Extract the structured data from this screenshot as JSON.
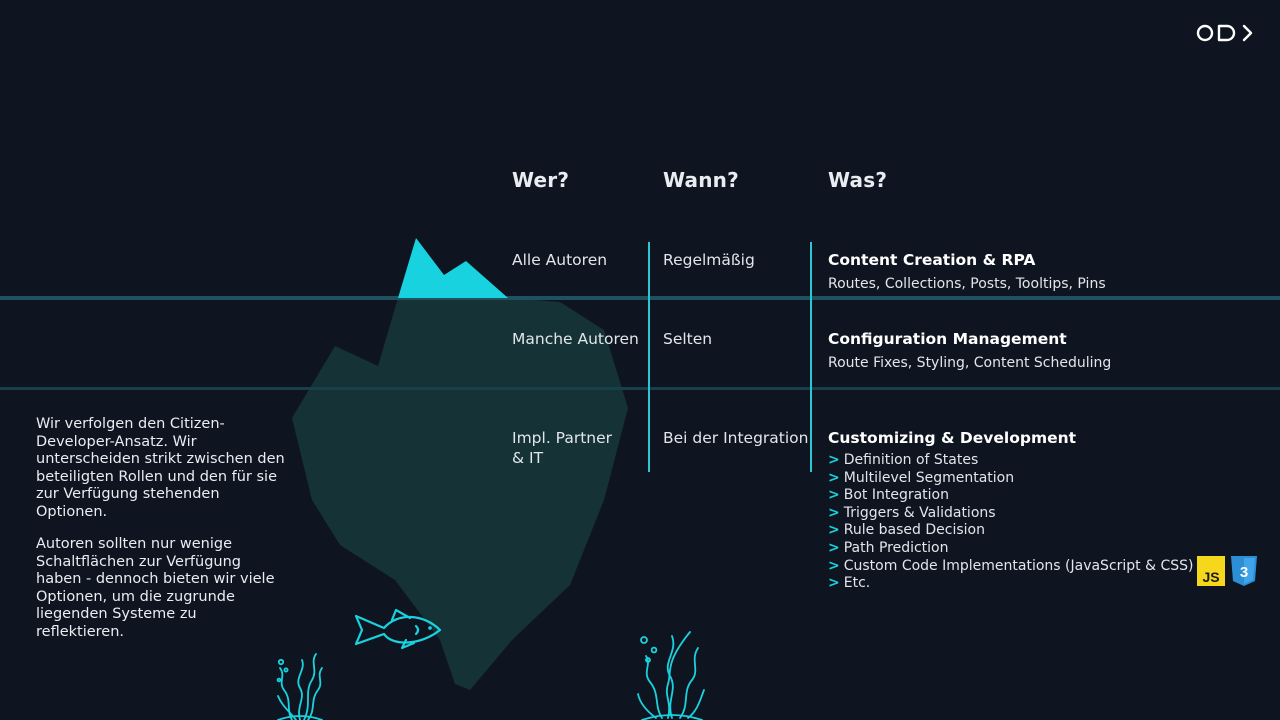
{
  "colors": {
    "background": "#0f1520",
    "accent": "#18d3df",
    "iceberg_under": "#153237",
    "water_line": "#1e5260",
    "js_yellow": "#f5d81c",
    "css_blue": "#2c8fd6"
  },
  "icons": [
    "odp-logo-icon",
    "iceberg-illustration",
    "fish-icon",
    "seaweed-icon",
    "javascript-icon",
    "css3-icon"
  ],
  "headers": {
    "wer": "Wer?",
    "wann": "Wann?",
    "was": "Was?"
  },
  "rows": [
    {
      "wer": "Alle Autoren",
      "wann": "Regelmäßig",
      "was_title": "Content Creation & RPA",
      "was_sub": "Routes, Collections, Posts, Tooltips, Pins"
    },
    {
      "wer": "Manche Autoren",
      "wann": "Selten",
      "was_title": "Configuration Management",
      "was_sub": "Route Fixes, Styling, Content Scheduling"
    },
    {
      "wer": "Impl. Partner & IT",
      "wann": "Bei der Integration",
      "was_title": "Customizing & Development",
      "was_items": [
        "Definition of States",
        "Multilevel Segmentation",
        "Bot Integration",
        "Triggers & Validations",
        "Rule based Decision",
        "Path Prediction",
        "Custom Code Implementations (JavaScript & CSS)",
        "Etc."
      ]
    }
  ],
  "chevron": ">",
  "description": {
    "paragraph1": "Wir verfolgen den Citizen-Developer-Ansatz. Wir unterscheiden strikt zwischen den beteiligten Rollen und den für sie zur Verfügung stehenden Optionen.",
    "paragraph2": "Autoren sollten nur wenige Schaltflächen zur Verfügung haben - dennoch bieten wir viele Optionen, um die zugrunde liegenden Systeme zu reflektieren."
  },
  "badges": {
    "js": "JS",
    "css": "3"
  }
}
